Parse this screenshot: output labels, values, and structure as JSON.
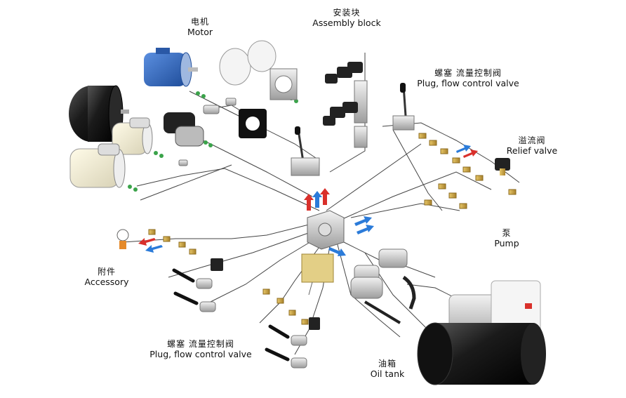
{
  "labels": {
    "motor": {
      "zh": "电机",
      "en": "Motor"
    },
    "assembly": {
      "zh": "安装块",
      "en": "Assembly block"
    },
    "plug_top": {
      "zh": "螺塞 流量控制阀",
      "en": "Plug, flow control valve"
    },
    "relief": {
      "zh": "溢流阀",
      "en": "Relief valve"
    },
    "pump": {
      "zh": "泵",
      "en": "Pump"
    },
    "accessory": {
      "zh": "附件",
      "en": "Accessory"
    },
    "plug_bottom": {
      "zh": "螺塞 流量控制阀",
      "en": "Plug, flow control valve"
    },
    "tank": {
      "zh": "油箱",
      "en": "Oil tank"
    }
  },
  "colors": {
    "motor_blue": "#2f63b8",
    "tank_black": "#151515",
    "wire": "#444444",
    "arrow_red": "#d9302b",
    "arrow_blue": "#2b7bd9",
    "arrow_green": "#3aa34a",
    "brass": "#c9a243"
  }
}
